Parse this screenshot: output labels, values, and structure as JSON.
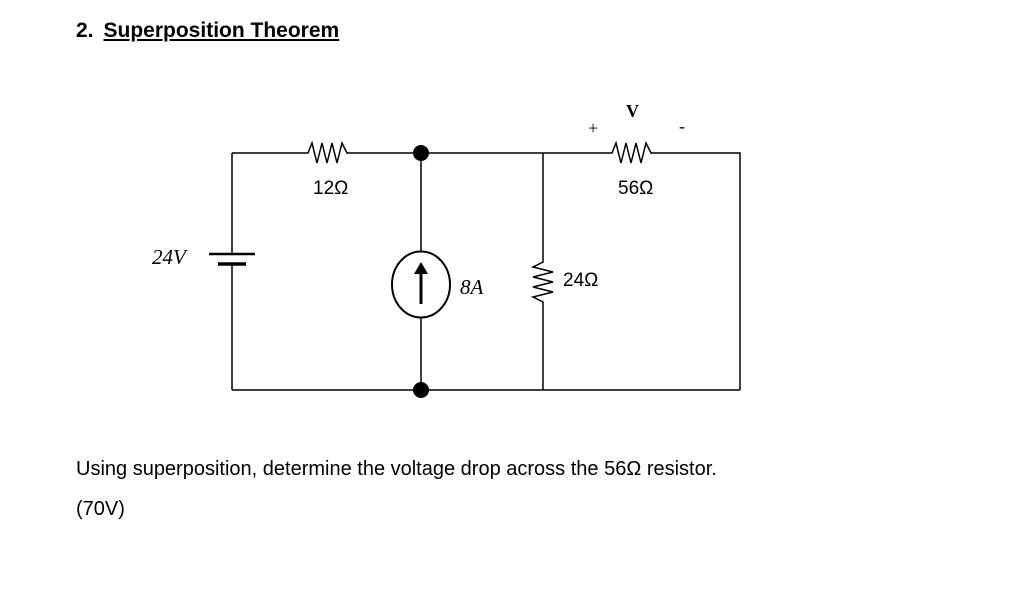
{
  "section": {
    "number": "2.",
    "title": "Superposition Theorem"
  },
  "circuit": {
    "source_voltage": "24V",
    "current_source": "8A",
    "r1_label": "12Ω",
    "r2_label": "24Ω",
    "r3_label": "56Ω",
    "meter_label": "V",
    "plus_sign": "+",
    "minus_sign": "-"
  },
  "question": "Using superposition, determine the voltage drop across the 56Ω resistor.",
  "answer": "(70V)"
}
